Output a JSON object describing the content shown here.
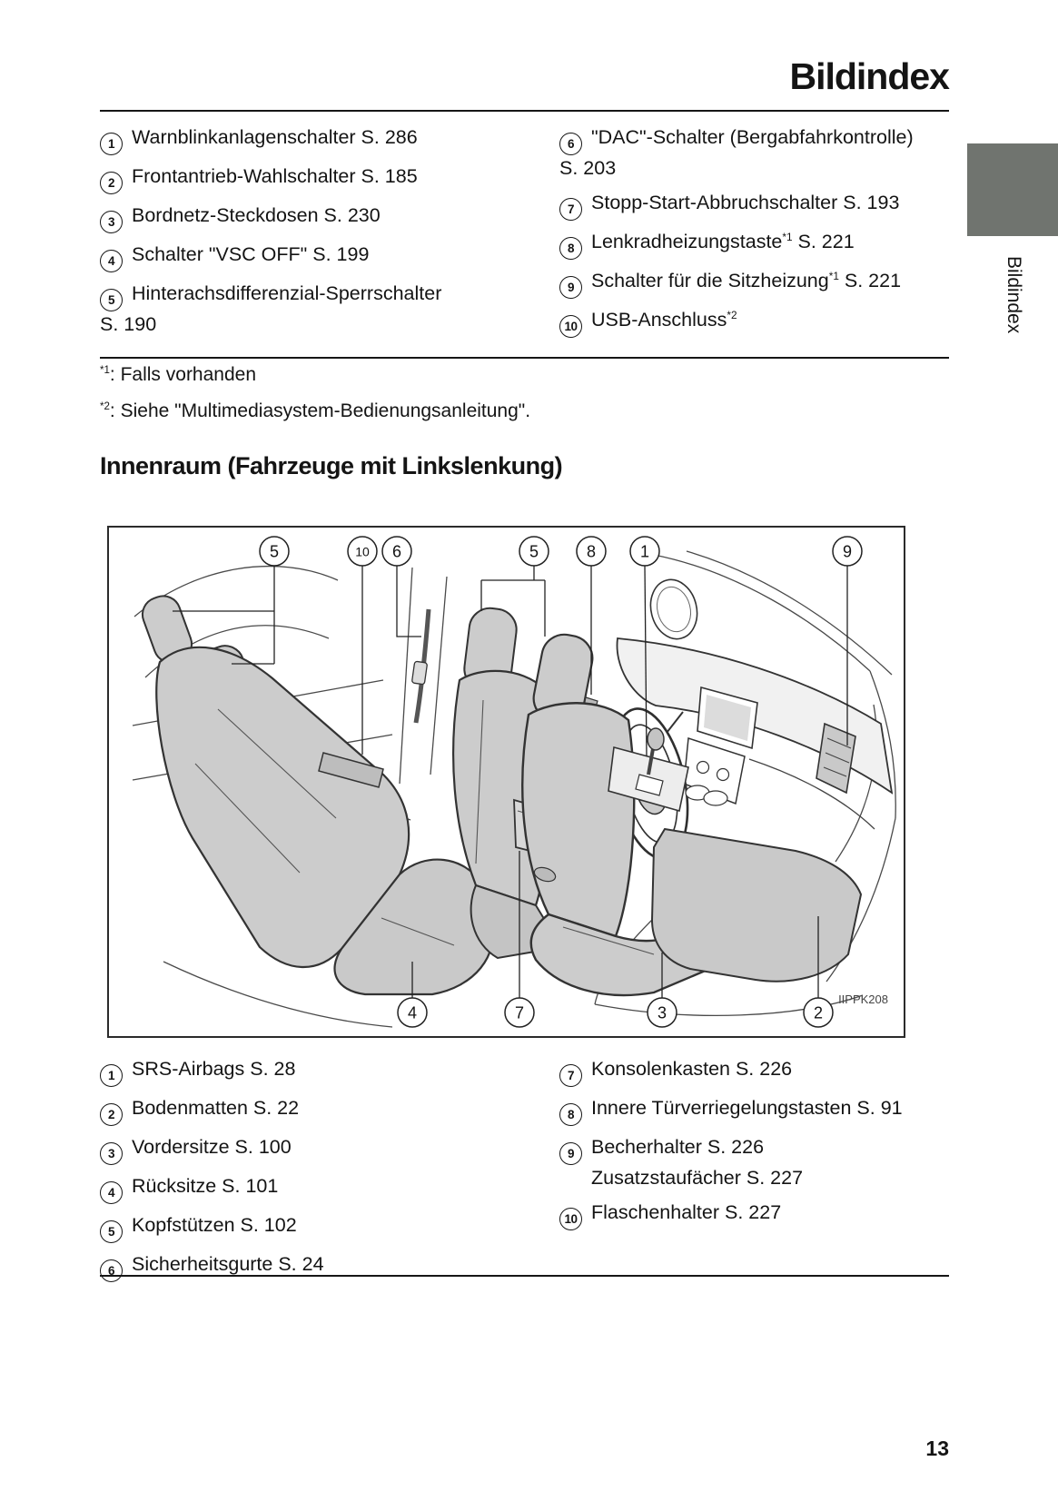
{
  "colors": {
    "side_tab": "#70746f",
    "seat_fill": "#cccccc",
    "ink": "#141414"
  },
  "header": {
    "title": "Bildindex"
  },
  "side_tab": {
    "label": "Bildindex"
  },
  "top_list": {
    "left": [
      {
        "num": "1",
        "text": "Warnblinkanlagenschalter S. 286"
      },
      {
        "num": "2",
        "text": "Frontantrieb-Wahlschalter S. 185"
      },
      {
        "num": "3",
        "text": "Bordnetz-Steckdosen S. 230"
      },
      {
        "num": "4",
        "text": "Schalter \"VSC OFF\" S. 199"
      },
      {
        "num": "5",
        "text": "Hinterachsdifferenzial-Sperrschalter",
        "text2": "S. 190"
      }
    ],
    "right": [
      {
        "num": "6",
        "text": "\"DAC\"-Schalter (Bergabfahrkontrolle)",
        "text2": "S. 203"
      },
      {
        "num": "7",
        "text": "Stopp-Start-Abbruchschalter S. 193"
      },
      {
        "num": "8",
        "text": "Lenkradheizungstaste",
        "sup": "*1",
        "post": " S. 221"
      },
      {
        "num": "9",
        "text": "Schalter für die Sitzheizung",
        "sup": "*1",
        "post": " S. 221"
      },
      {
        "num": "10",
        "text": "USB-Anschluss",
        "sup": "*2",
        "post": ""
      }
    ]
  },
  "footnotes": [
    {
      "sup": "*1",
      "text": ": Falls vorhanden"
    },
    {
      "sup": "*2",
      "text": ": Siehe \"Multimediasystem-Bedienungsanleitung\"."
    }
  ],
  "section_heading": "Innenraum (Fahrzeuge mit Linkslenkung)",
  "diagram": {
    "figure_code": "IIPPK208",
    "callouts_top": [
      "5",
      "10",
      "6",
      "5",
      "8",
      "1",
      "9"
    ],
    "callouts_bottom": [
      "4",
      "7",
      "3",
      "2"
    ]
  },
  "bottom_list": {
    "left": [
      {
        "num": "1",
        "text": "SRS-Airbags S. 28"
      },
      {
        "num": "2",
        "text": "Bodenmatten S. 22"
      },
      {
        "num": "3",
        "text": "Vordersitze S. 100"
      },
      {
        "num": "4",
        "text": "Rücksitze S. 101"
      },
      {
        "num": "5",
        "text": "Kopfstützen S. 102"
      },
      {
        "num": "6",
        "text": "Sicherheitsgurte S. 24"
      }
    ],
    "right": [
      {
        "num": "7",
        "text": "Konsolenkasten S. 226"
      },
      {
        "num": "8",
        "text": "Innere Türverriegelungstasten S. 91"
      },
      {
        "num": "9",
        "text": "Becherhalter S. 226",
        "text2": "Zusatzstaufächer S. 227"
      },
      {
        "num": "10",
        "text": "Flaschenhalter S. 227"
      }
    ]
  },
  "footer": {
    "page_number": "13"
  }
}
